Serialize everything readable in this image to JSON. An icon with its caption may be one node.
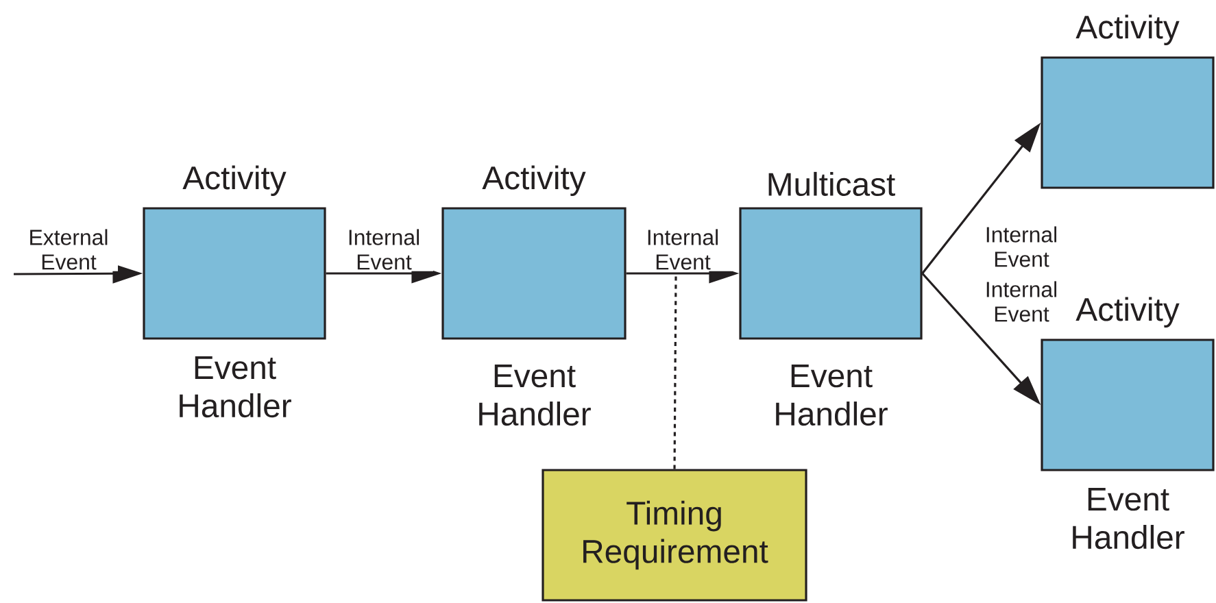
{
  "diagram": {
    "nodes": [
      {
        "text": [
          "Activity",
          "Event Handler"
        ]
      },
      {
        "text": [
          "Activity",
          "Event Handler"
        ]
      },
      {
        "text": [
          "Multicast",
          "Event Handler"
        ]
      },
      {
        "text": [
          "Activity"
        ]
      },
      {
        "text": [
          "Activity",
          "Event Handler"
        ]
      },
      {
        "text": [
          "Timing Requirement"
        ]
      }
    ],
    "edges": [
      {
        "from": null,
        "to": 0,
        "arrow": "to",
        "label": "External Event"
      },
      {
        "from": 0,
        "to": 1,
        "arrow": "to",
        "label": "Internal Event"
      },
      {
        "from": 1,
        "to": 2,
        "arrow": "to",
        "label": "Internal Event"
      },
      {
        "from": 2,
        "to": 3,
        "arrow": "to",
        "label": "Internal Event"
      },
      {
        "from": 2,
        "to": 4,
        "arrow": "to",
        "label": "Internal Event"
      },
      {
        "from": 5,
        "to": null,
        "arrow": "none",
        "style": "dashed"
      }
    ]
  }
}
